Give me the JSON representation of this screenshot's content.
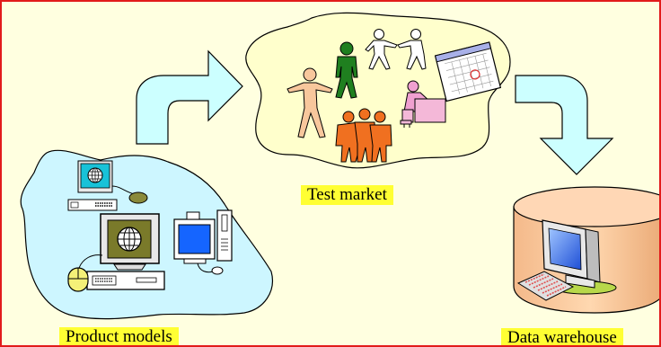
{
  "labels": {
    "product_models": "Product models",
    "test_market": "Test market",
    "data_warehouse": "Data warehouse"
  },
  "colors": {
    "frame_border": "#e21b1b",
    "background": "#ffffe0",
    "cloud_product": "#cdf6ff",
    "cloud_test": "#ffffcc",
    "arrow_fill": "#ccffff",
    "label_highlight": "#ffff33",
    "cylinder": "#ffcc99"
  },
  "icons": [
    "flow-arrow-icon",
    "desktop-computer-icon",
    "globe-monitor-icon",
    "computer-mouse-icon",
    "people-icon",
    "calendar-icon",
    "database-cylinder-icon",
    "keyboard-icon"
  ]
}
